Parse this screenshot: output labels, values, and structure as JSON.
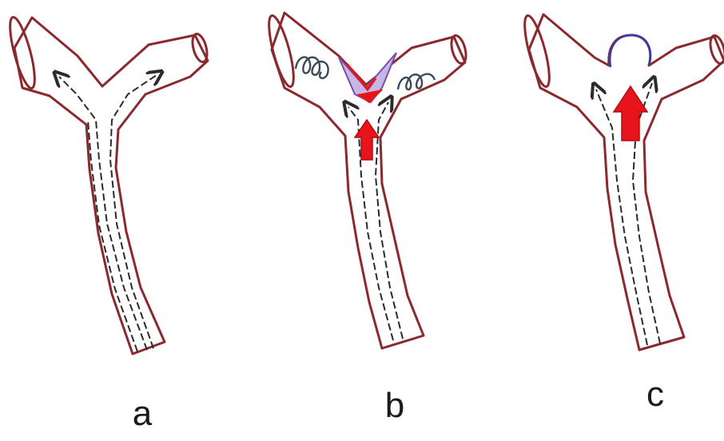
{
  "panels": [
    {
      "label": "a"
    },
    {
      "label": "b"
    },
    {
      "label": "c"
    }
  ],
  "colors": {
    "vessel_wall": "#8b2a2e",
    "flow_line": "#2b2b2b",
    "pressure_arrow": "#e8141c",
    "deposit": "#7b4fa8",
    "vortex": "#3a4a5a"
  },
  "icons": [
    "bifurcating-vessel-icon",
    "flow-arrow-icon",
    "red-pressure-arrow-icon",
    "vortex-icon",
    "aneurysm-bulge-icon"
  ]
}
